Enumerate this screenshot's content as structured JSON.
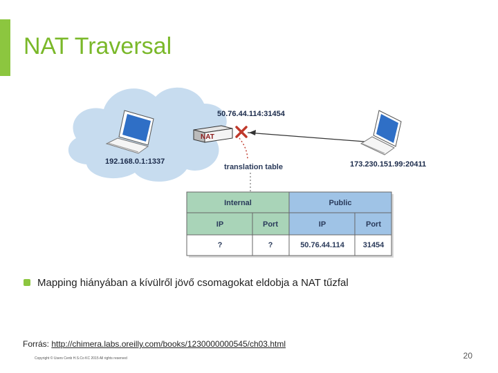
{
  "slide": {
    "title": "NAT Traversal",
    "bullet": "Mapping hiányában a kívülről jövő csomagokat eldobja a NAT tűzfal",
    "source_prefix": "Forrás: ",
    "source_link": "http://chimera.labs.oreilly.com/books/1230000000545/ch03.html",
    "copyright": "Copyright © Users Cenb H.S.Co KC 2015 All rights reserved",
    "page_number": "20"
  },
  "diagram": {
    "nat_label": "NAT",
    "nat_address": "50.76.44.114:31454",
    "translation_label": "translation table",
    "local_address": "192.168.0.1:1337",
    "remote_address": "173.230.151.99:20411",
    "table": {
      "group_headers": [
        "Internal",
        "Public"
      ],
      "columns": [
        "IP",
        "Port",
        "IP",
        "Port"
      ],
      "row": [
        "?",
        "?",
        "50.76.44.114",
        "31454"
      ]
    },
    "colors": {
      "cloud": "#c7dcef",
      "table_internal": "#a9d4b8",
      "table_public": "#9fc3e6",
      "blocked_x": "#c0392b"
    }
  }
}
